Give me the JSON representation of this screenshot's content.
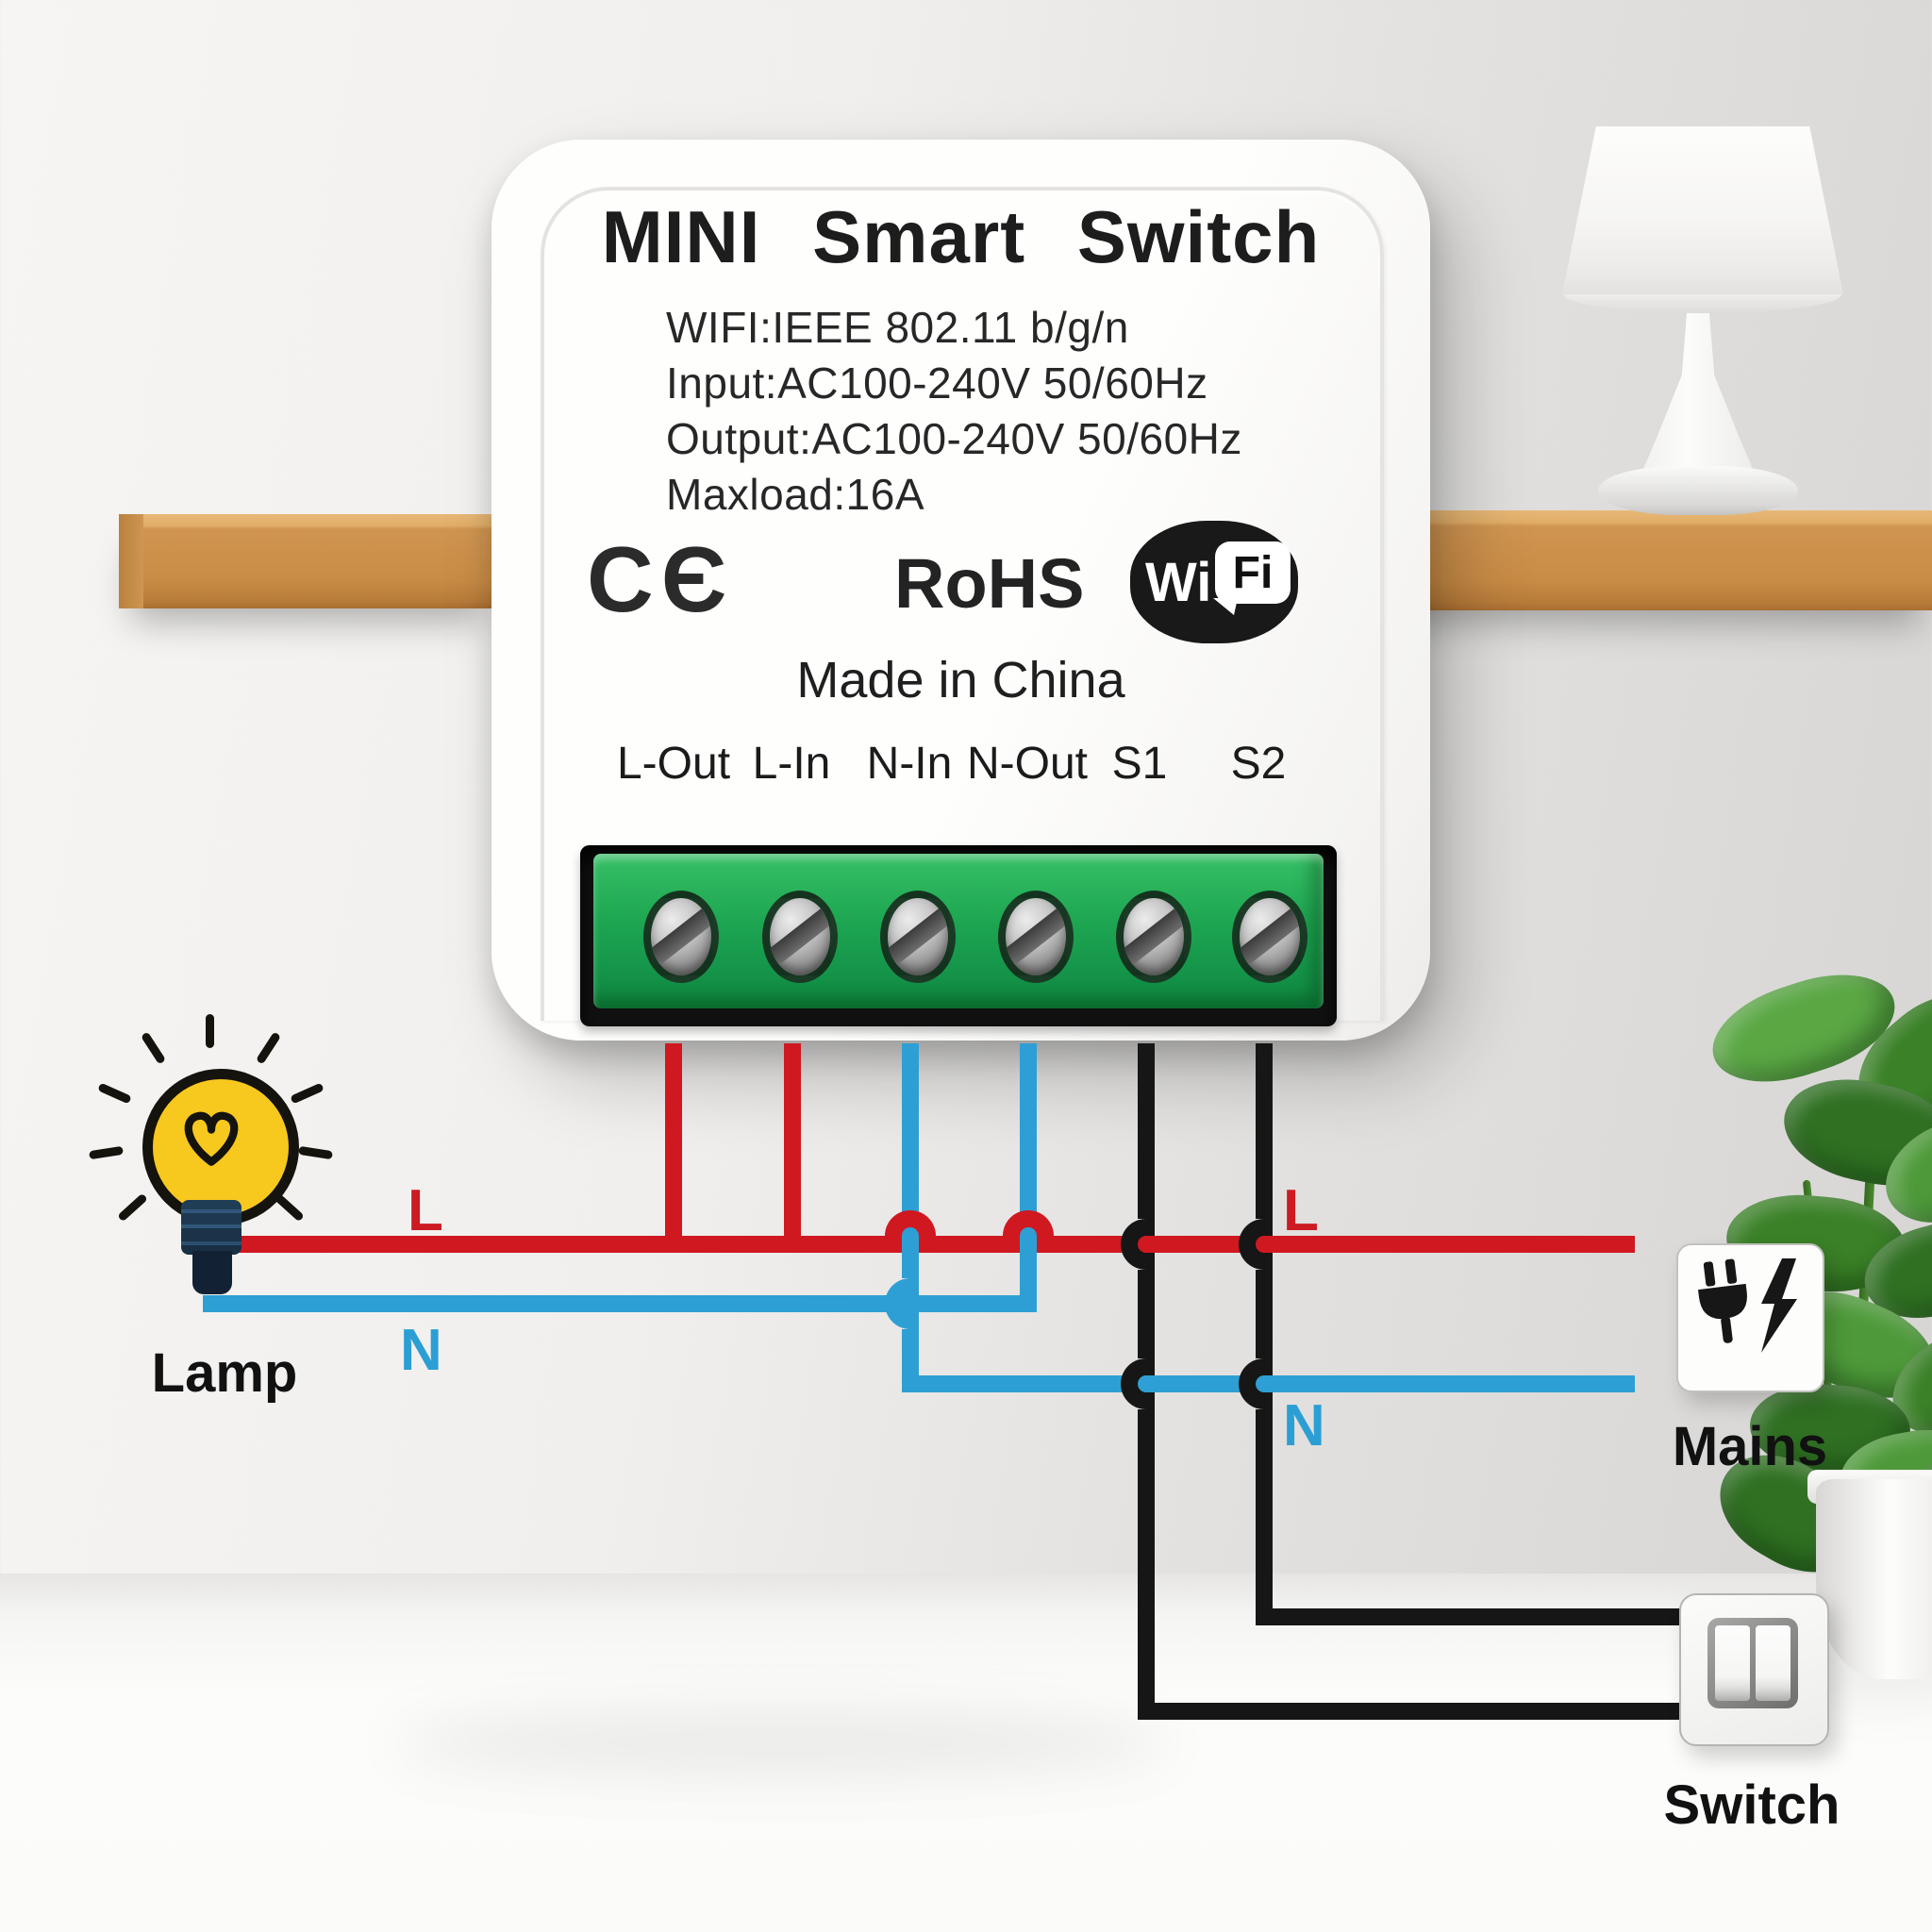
{
  "device": {
    "title": "MINI Smart Switch",
    "specs": [
      "WIFI:IEEE 802.11 b/g/n",
      "Input:AC100-240V 50/60Hz",
      "Output:AC100-240V 50/60Hz",
      "Maxload:16A"
    ],
    "ce_mark": "CЄ",
    "rohs_mark": "RoHS",
    "wifi_mark": {
      "wi": "Wi",
      "fi": "Fi"
    },
    "made_in": "Made in China",
    "terminals": [
      "L-Out",
      "L-In",
      "N-In",
      "N-Out",
      "S1",
      "S2"
    ]
  },
  "wiring": {
    "lamp_label": "Lamp",
    "mains_label": "Mains",
    "switch_label": "Switch",
    "lamp_live_letter": "L",
    "lamp_neutral_letter": "N",
    "mains_live_letter": "L",
    "mains_neutral_letter": "N",
    "colors": {
      "live": "#cf1820",
      "neutral": "#2e9fd4",
      "signal": "#161616",
      "terminal_green": "#1da551",
      "bulb_yellow": "#f7c81e"
    }
  }
}
